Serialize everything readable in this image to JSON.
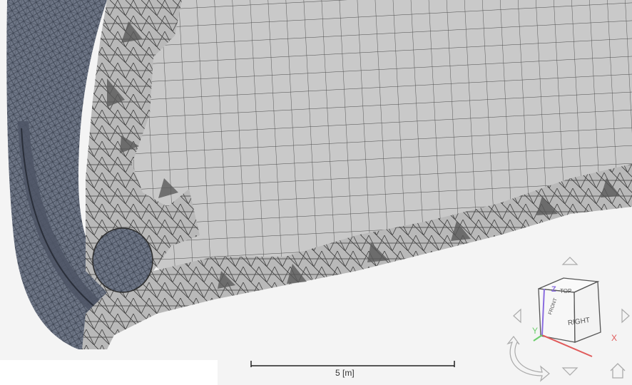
{
  "viewport": {
    "scale_bar_label": "5 [m]"
  },
  "view_cube": {
    "faces": {
      "top": "TOP",
      "front": "FRONT",
      "right": "RIGHT"
    },
    "axes": {
      "z": "Z",
      "y": "Y",
      "x": "X"
    },
    "colors": {
      "x": "#e05a5a",
      "y": "#6ccf6c",
      "z": "#8a6ce0"
    }
  },
  "navigation_icons": [
    "rotate-up-icon",
    "rotate-left-icon",
    "rotate-right-icon",
    "rotate-down-icon",
    "rotate-view-icon",
    "home-icon"
  ]
}
